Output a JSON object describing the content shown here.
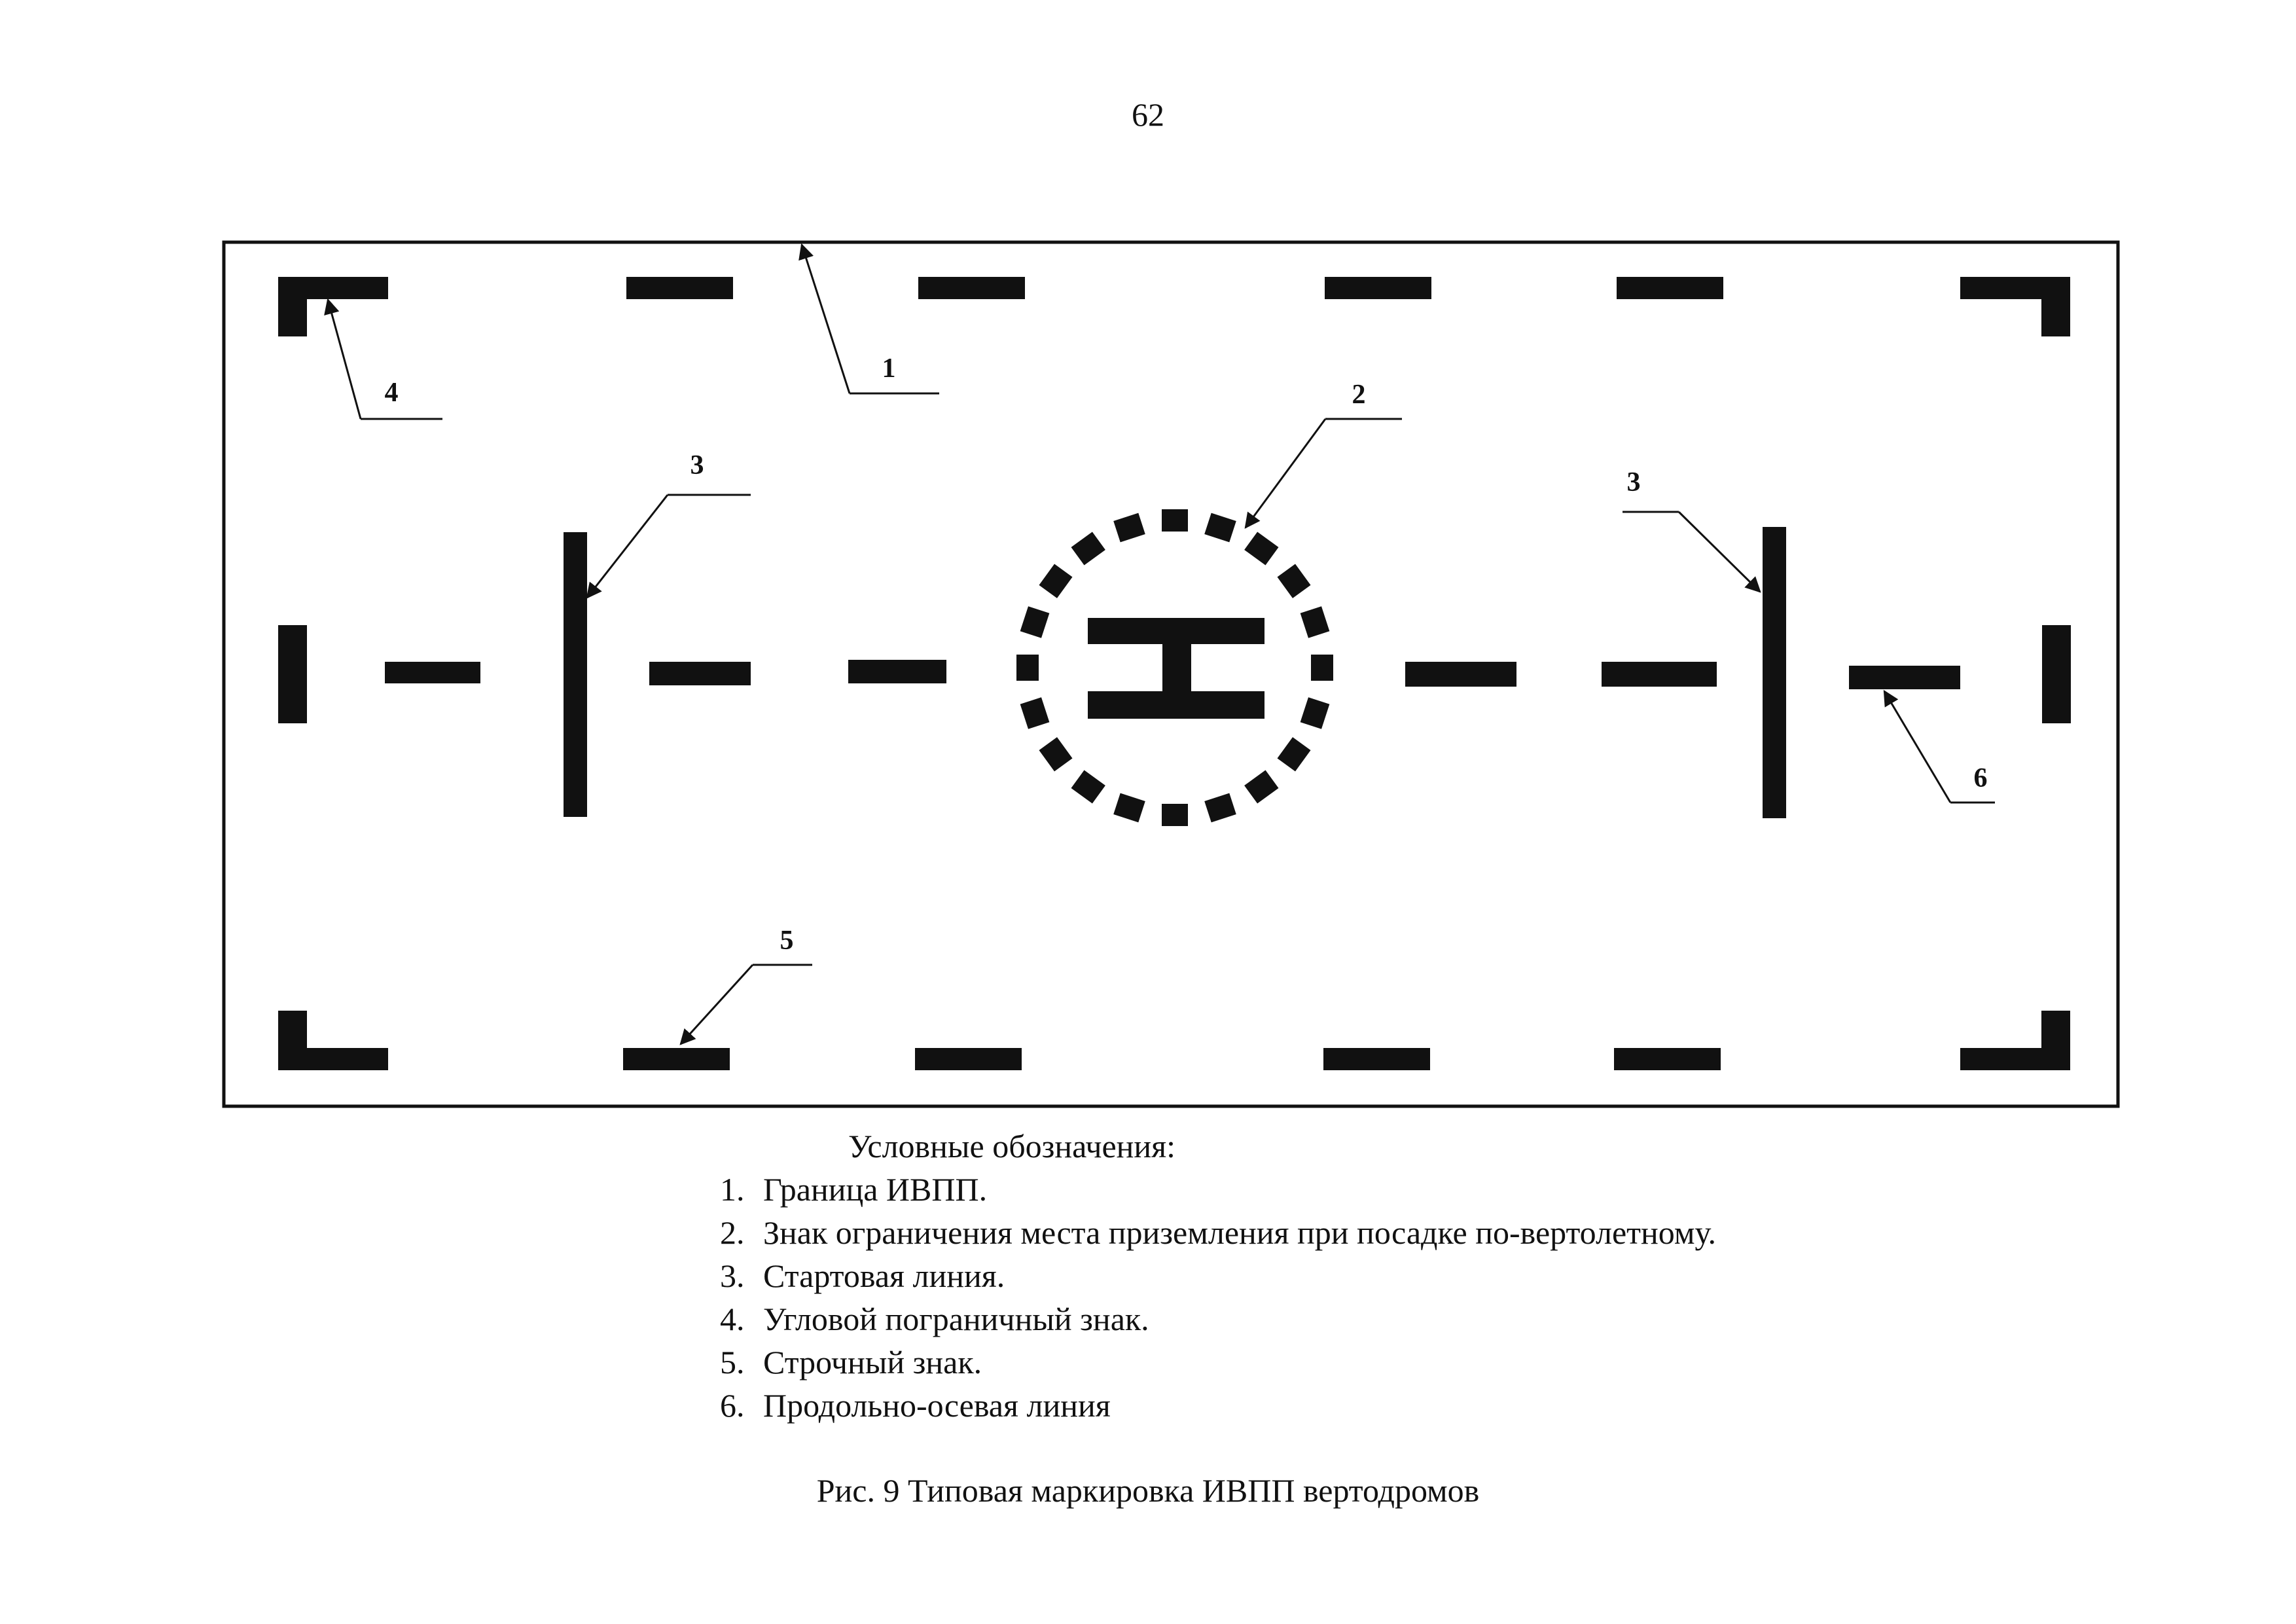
{
  "page": {
    "number": "62"
  },
  "diagram": {
    "callouts": [
      "1",
      "2",
      "3",
      "3",
      "4",
      "5",
      "6"
    ]
  },
  "legend": {
    "title": "Условные обозначения:",
    "items": [
      {
        "num": "1.",
        "text": "Граница ИВПП."
      },
      {
        "num": "2.",
        "text": "Знак ограничения места приземления при посадке по-вертолетному."
      },
      {
        "num": "3.",
        "text": "Стартовая линия."
      },
      {
        "num": "4.",
        "text": "Угловой пограничный знак."
      },
      {
        "num": "5.",
        "text": "Строчный знак."
      },
      {
        "num": "6.",
        "text": "Продольно-осевая линия"
      }
    ]
  },
  "caption": "Рис. 9 Типовая маркировка ИВПП вертодромов",
  "colors": {
    "ink": "#111111",
    "paper": "#ffffff"
  }
}
